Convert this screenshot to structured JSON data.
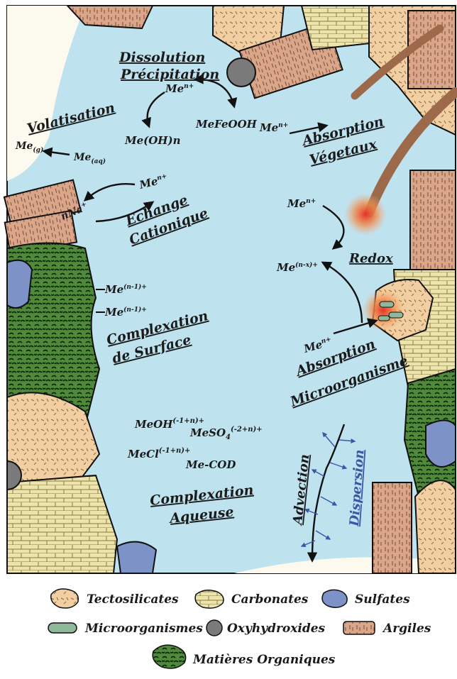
{
  "processes": {
    "dissolution_1": "Dissolution",
    "dissolution_2": "Précipitation",
    "volatisation": "Volatisation",
    "echange_1": "Echange",
    "echange_2": "Cationique",
    "absorption_veg_1": "Absorption",
    "absorption_veg_2": "Végetaux",
    "redox": "Redox",
    "complex_surf_1": "Complexation",
    "complex_surf_2": "de Surface",
    "absorption_micro_1": "Absorption",
    "absorption_micro_2": "Microorganisme",
    "complex_aq_1": "Complexation",
    "complex_aq_2": "Aqueuse",
    "advection": "Advection",
    "dispersion": "Dispersion"
  },
  "species": {
    "men_top": "Me",
    "men_top_sup": "n+",
    "meoh": "Me(OH)n",
    "mefeooh": "MeFeOOH",
    "meg": "Me",
    "meg_sub": "(g)",
    "meaq": "Me",
    "meaq_sub": "(aq)",
    "men_exchange": "Me",
    "men_exchange_sup": "n+",
    "nna": "nNa",
    "nna_sup": "+",
    "men_plant": "Me",
    "men_plant_sup": "n+",
    "men_redox": "Me",
    "men_redox_sup": "n+",
    "menx": "Me",
    "menx_sup": "(n-x)+",
    "men1_a": "Me",
    "men1_a_sup": "(n-1)+",
    "men1_b": "Me",
    "men1_b_sup": "(n-1)+",
    "men_micro": "Me",
    "men_micro_sup": "n+",
    "meoh_complex": "MeOH",
    "meoh_complex_sup": "(-1+n)+",
    "meso4": "MeSO",
    "meso4_sub": "4",
    "meso4_sup": "(-2+n)+",
    "mecl": "MeCl",
    "mecl_sup": "(-1+n)+",
    "mecod": "Me-COD"
  },
  "legend": {
    "tectosilicates": "Tectosilicates",
    "carbonates": "Carbonates",
    "sulfates": "Sulfates",
    "microorganismes": "Microorganismes",
    "oxyhydroxides": "Oxyhydroxides",
    "argiles": "Argiles",
    "matieres": "Matières Organiques"
  },
  "colors": {
    "water": "#bfe2ef",
    "tectosilicate": "#f2cfa2",
    "carbonate": "#ede3ac",
    "sulfate": "#7d93c8",
    "microorganism": "#8fb79a",
    "oxyhydroxide": "#7a7a7a",
    "argile": "#d9a68a",
    "organic": "#4e8a3a",
    "root": "#9c6a4a",
    "accent_blue": "#3c56a6"
  }
}
